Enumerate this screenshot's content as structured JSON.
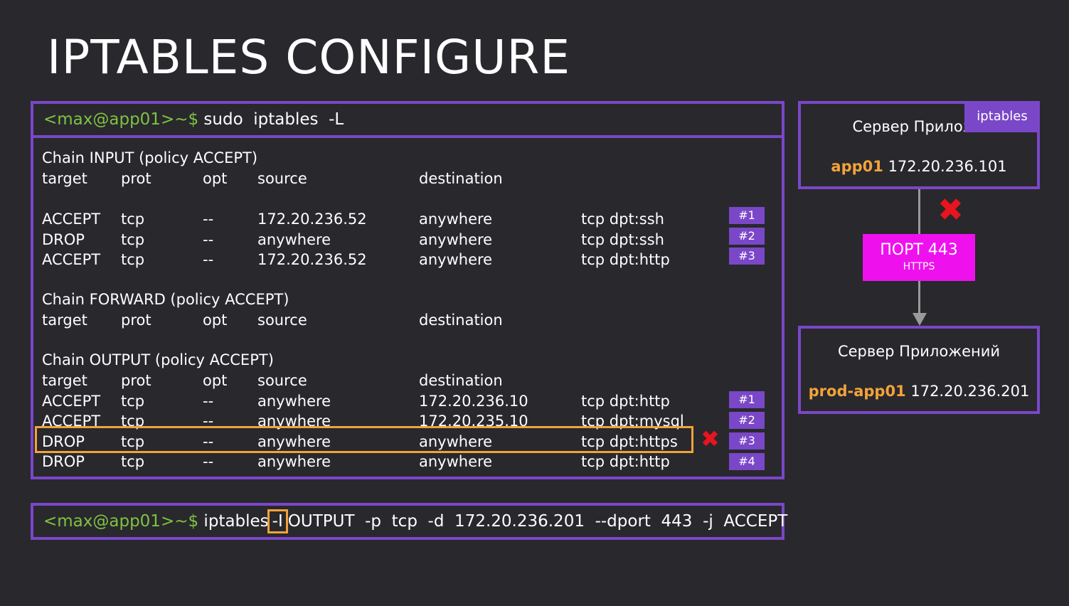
{
  "title": "IPTABLES CONFIGURE",
  "terminal": {
    "prompt": "<max@app01>~$",
    "command": " sudo  iptables  -L"
  },
  "columns": [
    "target",
    "prot",
    "opt",
    "source",
    "destination"
  ],
  "chains": {
    "input": {
      "header": "Chain INPUT (policy ACCEPT)",
      "rows": [
        {
          "target": "ACCEPT",
          "prot": "tcp",
          "opt": "--",
          "source": "172.20.236.52",
          "destination": "anywhere",
          "extra": "tcp dpt:ssh",
          "badge": "#1"
        },
        {
          "target": "DROP",
          "prot": "tcp",
          "opt": "--",
          "source": "anywhere",
          "destination": "anywhere",
          "extra": "tcp dpt:ssh",
          "badge": "#2"
        },
        {
          "target": "ACCEPT",
          "prot": "tcp",
          "opt": "--",
          "source": "172.20.236.52",
          "destination": "anywhere",
          "extra": "tcp dpt:http",
          "badge": "#3"
        }
      ]
    },
    "forward": {
      "header": "Chain FORWARD (policy ACCEPT)"
    },
    "output": {
      "header": "Chain OUTPUT (policy ACCEPT)",
      "rows": [
        {
          "target": "ACCEPT",
          "prot": "tcp",
          "opt": "--",
          "source": "anywhere",
          "destination": "172.20.236.10",
          "extra": "tcp dpt:http",
          "badge": "#1"
        },
        {
          "target": "ACCEPT",
          "prot": "tcp",
          "opt": "--",
          "source": "anywhere",
          "destination": "172.20.235.10",
          "extra": "tcp dpt:mysql",
          "badge": "#2"
        },
        {
          "target": "DROP",
          "prot": "tcp",
          "opt": "--",
          "source": "anywhere",
          "destination": "anywhere",
          "extra": "tcp dpt:https",
          "badge": "#3"
        },
        {
          "target": "DROP",
          "prot": "tcp",
          "opt": "--",
          "source": "anywhere",
          "destination": "anywhere",
          "extra": "tcp dpt:http",
          "badge": "#4"
        }
      ]
    }
  },
  "bottom_command": {
    "prompt": "<max@app01>~$",
    "pre": " iptables",
    "flag": "-I",
    "post": "OUTPUT  -p  tcp  -d  172.20.236.201  --dport  443  -j  ACCEPT"
  },
  "diagram": {
    "top_server": {
      "label": "Сервер Приложе",
      "name": "app01",
      "ip": " 172.20.236.101",
      "tag": "iptables"
    },
    "port": {
      "title": "ПОРТ 443",
      "subtitle": "HTTPS"
    },
    "bottom_server": {
      "label": "Сервер Приложений",
      "name": "prod-app01",
      "ip": " 172.20.236.201"
    }
  },
  "icons": {
    "blocked": "x-mark-icon"
  },
  "colors": {
    "accent": "#7a47c8",
    "prompt": "#7fc241",
    "highlight": "#f2a33a",
    "port": "#ee11ee",
    "block": "#e8141e"
  }
}
